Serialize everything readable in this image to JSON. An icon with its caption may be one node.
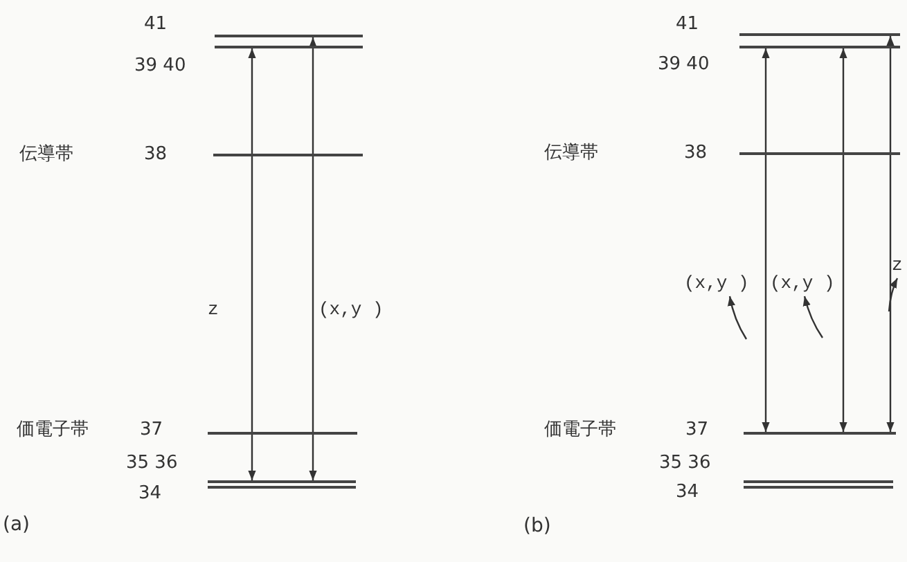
{
  "diagram": {
    "nodes": [
      {
        "text": [],
        "shape": "bar",
        "beside": [
          "41"
        ]
      },
      {
        "text": [],
        "shape": "bar",
        "beside": [
          "39 40"
        ]
      },
      {
        "text": [],
        "shape": "bar",
        "beside": [
          "38"
        ]
      },
      {
        "text": [],
        "shape": "bar",
        "beside": [
          "37"
        ]
      },
      {
        "text": [],
        "shape": "bar",
        "beside": [
          "35 36"
        ]
      },
      {
        "text": [],
        "shape": "bar",
        "beside": [
          "34"
        ]
      },
      {
        "text": [],
        "shape": "bar",
        "beside": [
          "41"
        ]
      },
      {
        "text": [],
        "shape": "bar",
        "beside": [
          "39 40"
        ]
      },
      {
        "text": [],
        "shape": "bar",
        "beside": [
          "38"
        ]
      },
      {
        "text": [],
        "shape": "bar",
        "beside": [
          "37"
        ]
      },
      {
        "text": [],
        "shape": "bar",
        "beside": [
          "35 36"
        ]
      },
      {
        "text": [],
        "shape": "bar",
        "beside": [
          "34"
        ]
      },
      {
        "text": [
          "(x,y )"
        ]
      },
      {
        "text": [
          "(x,y )"
        ]
      },
      {
        "text": [
          "z"
        ]
      }
    ],
    "edges": [
      {
        "from": 4,
        "to": 1,
        "arrow": "both",
        "label": "z"
      },
      {
        "from": 4,
        "to": 0,
        "arrow": "both",
        "label": "(x,y )"
      },
      {
        "from": 9,
        "to": 7,
        "arrow": "both"
      },
      {
        "from": 9,
        "to": 7,
        "arrow": "both"
      },
      {
        "from": 9,
        "to": 6,
        "arrow": "both"
      },
      {
        "from": null,
        "to": 12,
        "arrow": "to"
      },
      {
        "from": null,
        "to": 13,
        "arrow": "to"
      },
      {
        "from": null,
        "to": 14,
        "arrow": "to"
      }
    ],
    "labels": [
      "伝導帯",
      "価電子帯",
      "(a)",
      "伝導帯",
      "価電子帯",
      "(b)"
    ]
  }
}
